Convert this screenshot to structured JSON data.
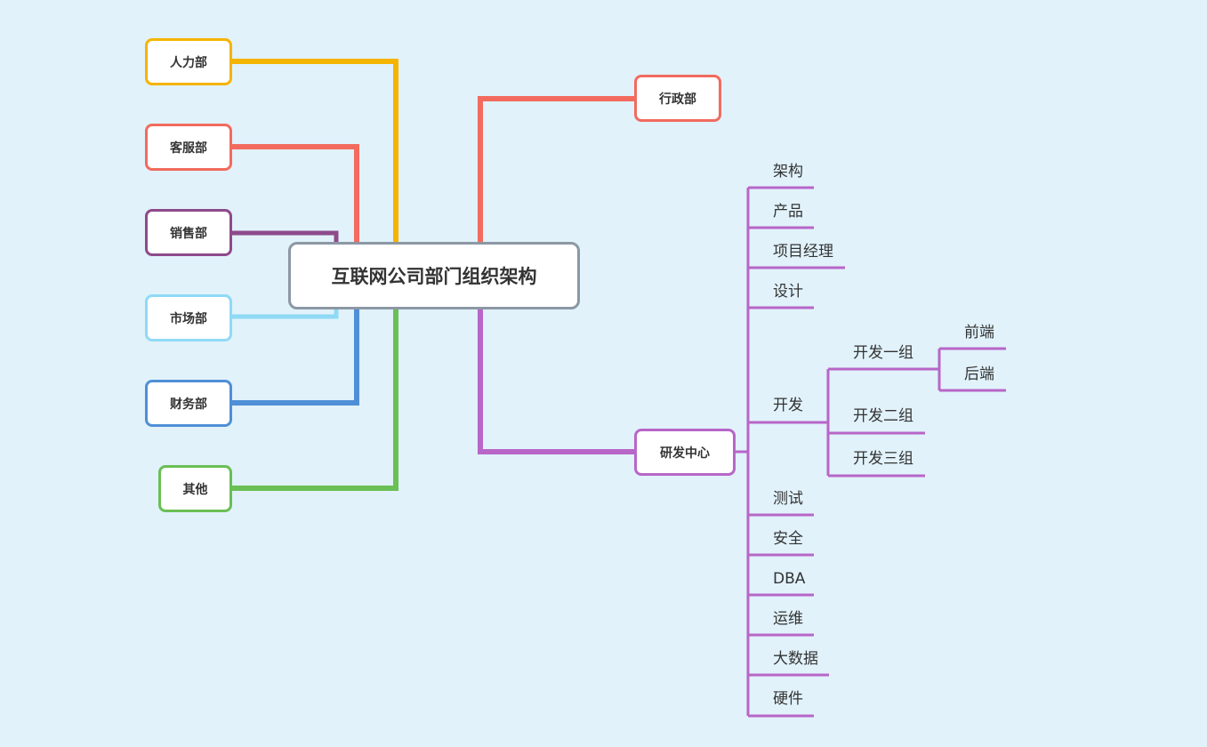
{
  "colors": {
    "background": "#e1f2fb",
    "hr": "#f5b400",
    "service": "#f26b5e",
    "sales": "#8e4a8a",
    "marketing": "#8fdaf5",
    "finance": "#4f8fd6",
    "other": "#6abf55",
    "admin": "#f26b5e",
    "rd": "#b866c8",
    "root_border": "#8c98a4"
  },
  "root": {
    "label": "互联网公司部门组织架构"
  },
  "left": {
    "hr": "人力部",
    "service": "客服部",
    "sales": "销售部",
    "marketing": "市场部",
    "finance": "财务部",
    "other": "其他"
  },
  "right": {
    "admin": "行政部",
    "rd": "研发中心"
  },
  "rd_children": {
    "arch": "架构",
    "product": "产品",
    "pm": "项目经理",
    "design": "设计",
    "dev": "开发",
    "test": "测试",
    "security": "安全",
    "dba": "DBA",
    "ops": "运维",
    "bigdata": "大数据",
    "hardware": "硬件"
  },
  "dev_children": {
    "group1": "开发一组",
    "group2": "开发二组",
    "group3": "开发三组"
  },
  "group1_children": {
    "frontend": "前端",
    "backend": "后端"
  }
}
